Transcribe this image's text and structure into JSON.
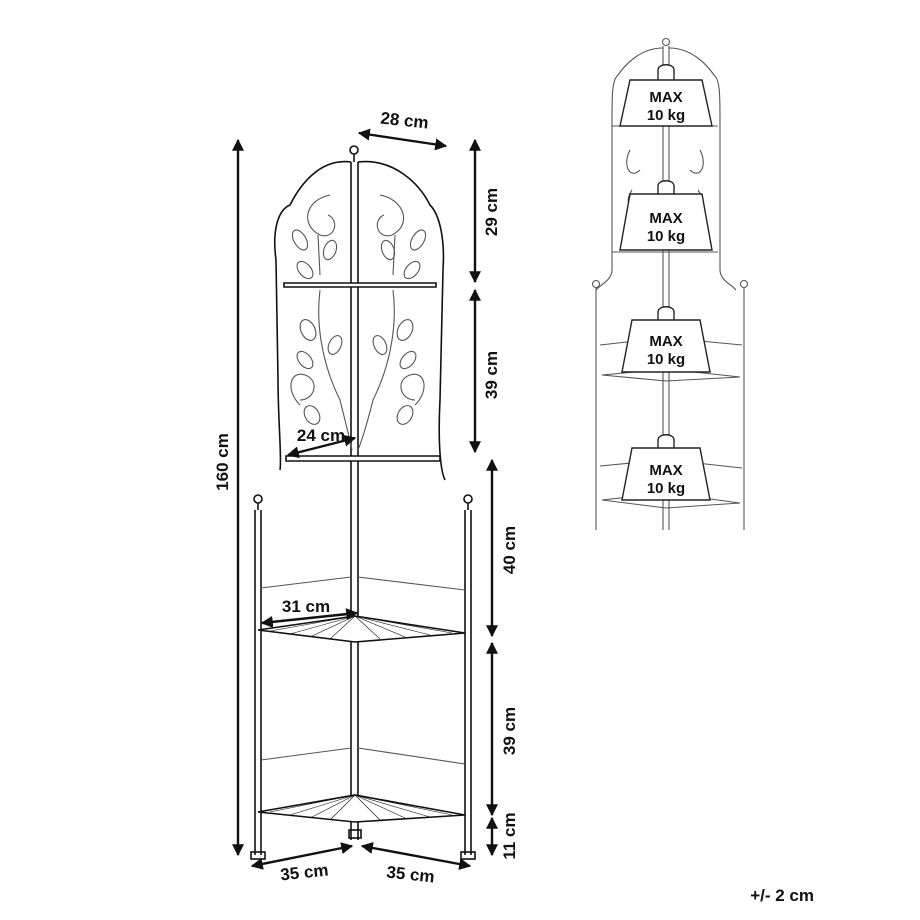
{
  "dimensions": {
    "top_width": "28 cm",
    "total_height": "160 cm",
    "section_1_height": "29 cm",
    "section_2_height": "39 cm",
    "section_3_height": "40 cm",
    "section_4_height": "39 cm",
    "base_height": "11 cm",
    "shelf_2_depth": "24 cm",
    "shelf_3_depth": "31 cm",
    "base_side_left": "35 cm",
    "base_side_right": "35 cm"
  },
  "load_labels": [
    {
      "line1": "MAX",
      "line2": "10 kg"
    },
    {
      "line1": "MAX",
      "line2": "10 kg"
    },
    {
      "line1": "MAX",
      "line2": "10 kg"
    },
    {
      "line1": "MAX",
      "line2": "10 kg"
    }
  ],
  "tolerance": "+/- 2 cm"
}
